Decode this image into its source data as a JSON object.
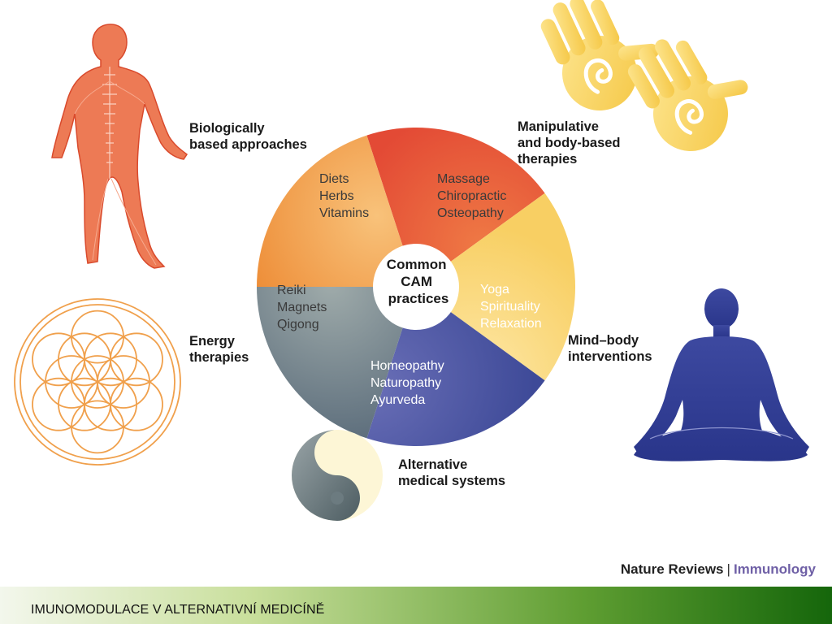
{
  "diagram": {
    "center_label": [
      "Common",
      "CAM",
      "practices"
    ],
    "segments": [
      {
        "id": "bio",
        "color": "#e8553a",
        "items": [
          "Diets",
          "Herbs",
          "Vitamins"
        ]
      },
      {
        "id": "manip",
        "color": "#fbdb7c",
        "items": [
          "Massage",
          "Chiropractic",
          "Osteopathy"
        ]
      },
      {
        "id": "mind",
        "color": "#4a54a0",
        "items": [
          "Yoga",
          "Spirituality",
          "Relaxation"
        ]
      },
      {
        "id": "alt",
        "color": "#6d7f86",
        "items": [
          "Homeopathy",
          "Naturopathy",
          "Ayurveda"
        ]
      },
      {
        "id": "energy",
        "color": "#f2a34a",
        "items": [
          "Reiki",
          "Magnets",
          "Qigong"
        ]
      }
    ],
    "categories": {
      "bio": [
        "Biologically",
        "based approaches"
      ],
      "manip": [
        "Manipulative",
        "and body-based",
        "therapies"
      ],
      "mind": [
        "Mind–body",
        "interventions"
      ],
      "energy": [
        "Energy",
        "therapies"
      ],
      "alt": [
        "Alternative",
        "medical systems"
      ]
    }
  },
  "credit": {
    "source": "Nature Reviews",
    "separator": "|",
    "journal": "Immunology"
  },
  "footer": {
    "title": "IMUNOMODULACE V ALTERNATIVNÍ MEDICÍNĚ"
  },
  "colors": {
    "footer_start": "#f3f7ec",
    "footer_end": "#15660b",
    "journal": "#6f60a6"
  }
}
